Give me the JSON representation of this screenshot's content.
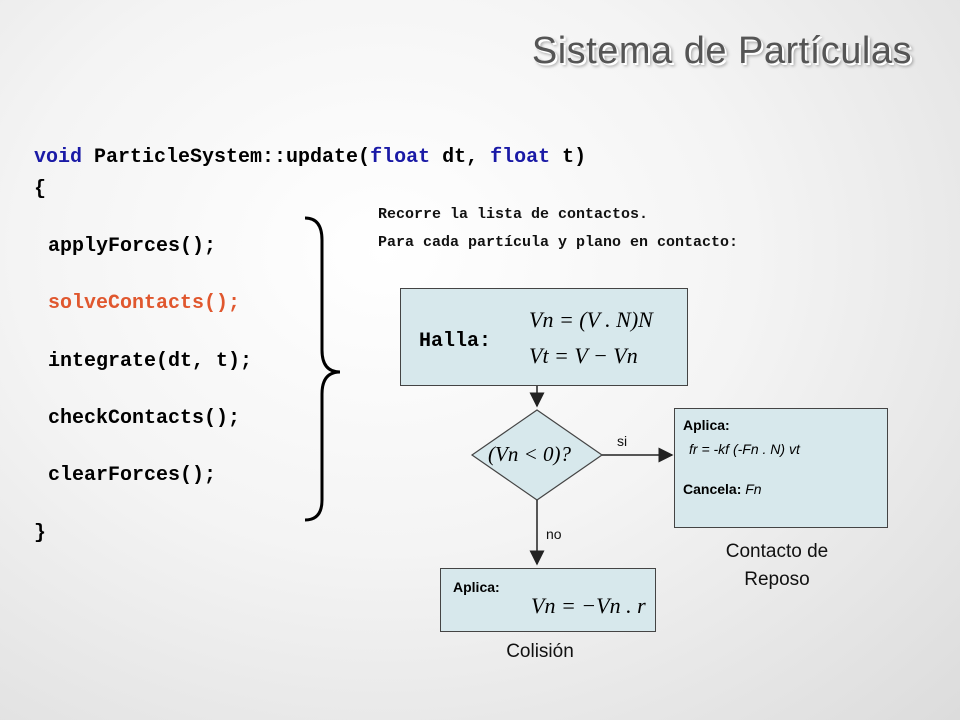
{
  "title": "Sistema de Partículas",
  "code": {
    "signature_kw1": "void",
    "signature_name": " ParticleSystem::update(",
    "signature_kw2": "float",
    "signature_arg1": " dt, ",
    "signature_kw3": "float",
    "signature_arg2": " t)",
    "open_brace": "{",
    "lines": [
      "applyForces();",
      "solveContacts();",
      "integrate(dt, t);",
      "checkContacts();",
      "clearForces();"
    ],
    "close_brace": "}"
  },
  "note": {
    "line1": "Recorre la lista de contactos.",
    "line2": "Para cada partícula y plano en contacto:"
  },
  "flow": {
    "halla_label": "Halla:",
    "halla_eq1": "Vn = (V . N)N",
    "halla_eq2": "Vt = V − Vn",
    "condition": "(Vn < 0)?",
    "yes_label": "si",
    "no_label": "no",
    "rest_aplica": "Aplica:",
    "rest_formula": "fr = -kf (-Fn . N) vt",
    "rest_cancela": "Cancela:",
    "rest_cancela_val": "Fn",
    "collision_aplica": "Aplica:",
    "collision_eq": "Vn = −Vn . r",
    "rest_caption": "Contacto de Reposo",
    "collision_caption": "Colisión"
  },
  "colors": {
    "keyword": "#1a1aa6",
    "highlight": "#e0572e",
    "box_fill": "#d7e8ec"
  }
}
